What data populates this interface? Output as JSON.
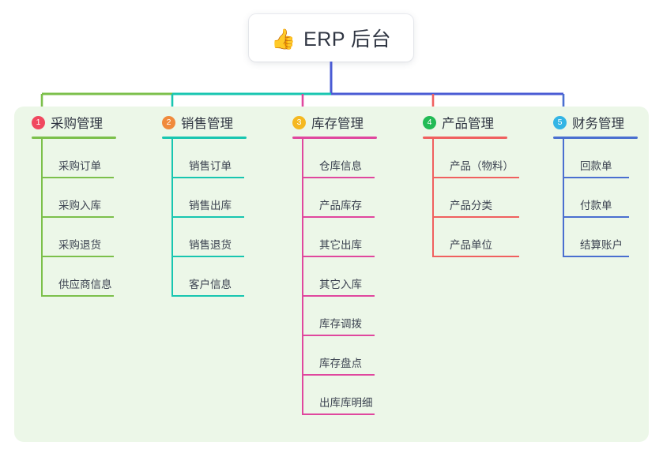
{
  "diagram": {
    "type": "mindmap",
    "root": {
      "icon": "thumbs-up-emoji",
      "icon_glyph": "👍",
      "label": "ERP 后台"
    },
    "panel_background": "#ecf7e8",
    "trunk_color": "#4a5bd4",
    "bus_segments": [
      {
        "name": "bus-left-green",
        "color": "#7cc04b"
      },
      {
        "name": "bus-mid-teal",
        "color": "#18c6b0"
      },
      {
        "name": "bus-right-blue",
        "color": "#4a5bd4"
      }
    ],
    "branches": [
      {
        "index": "1",
        "title": "采购管理",
        "badge_color": "#f0485f",
        "line_color": "#7cc04b",
        "items": [
          "采购订单",
          "采购入库",
          "采购退货",
          "供应商信息"
        ]
      },
      {
        "index": "2",
        "title": "销售管理",
        "badge_color": "#f08a3c",
        "line_color": "#18c6b0",
        "items": [
          "销售订单",
          "销售出库",
          "销售退货",
          "客户信息"
        ]
      },
      {
        "index": "3",
        "title": "库存管理",
        "badge_color": "#f5b820",
        "line_color": "#e0479e",
        "items": [
          "仓库信息",
          "产品库存",
          "其它出库",
          "其它入库",
          "库存调拨",
          "库存盘点",
          "出库库明细"
        ]
      },
      {
        "index": "4",
        "title": "产品管理",
        "badge_color": "#22bb55",
        "line_color": "#f0605f",
        "items": [
          "产品（物料）",
          "产品分类",
          "产品单位"
        ]
      },
      {
        "index": "5",
        "title": "财务管理",
        "badge_color": "#33b5e5",
        "line_color": "#4a6fd0",
        "items": [
          "回款单",
          "付款单",
          "结算账户"
        ]
      }
    ]
  }
}
